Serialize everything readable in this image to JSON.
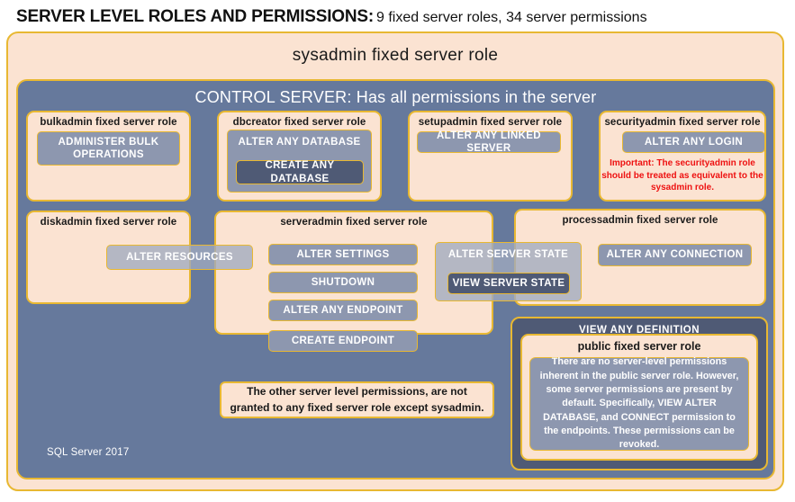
{
  "title": {
    "heading": "SERVER LEVEL ROLES AND PERMISSIONS:",
    "subheading": "9 fixed server roles, 34 server permissions"
  },
  "colors": {
    "peach": "#fbe3d2",
    "gold_border": "#e8b832",
    "slate_panel": "#66799c",
    "slate_dark": "#4f5a75",
    "chip": "#8d97af",
    "red_note": "#ee1111",
    "text": "#1a1a1a"
  },
  "sysadmin": {
    "label": "sysadmin  fixed  server  role"
  },
  "control_server": {
    "label": "CONTROL SERVER: Has all permissions in the server"
  },
  "roles": {
    "bulkadmin": {
      "title": "bulkadmin  fixed server role",
      "permissions": [
        "ADMINISTER  BULK OPERATIONS"
      ]
    },
    "dbcreator": {
      "title": "dbcreator fixed  server role",
      "permissions": [
        "ALTER ANY DATABASE",
        "CREATE  ANY DATABASE"
      ]
    },
    "setupadmin": {
      "title": "setupadmin fixed server role",
      "permissions": [
        "ALTER ANY LINKED SERVER"
      ]
    },
    "securityadmin": {
      "title": "securityadmin  fixed server role",
      "permissions": [
        "ALTER ANY LOGIN"
      ],
      "note": "Important:  The securityadmin role should  be treated as equivalent to the  sysadmin role."
    },
    "diskadmin": {
      "title": "diskadmin  fixed server role",
      "permissions": [
        "ALTER RESOURCES"
      ]
    },
    "serveradmin": {
      "title": "serveradmin fixed server role",
      "permissions": [
        "ALTER SETTINGS",
        "SHUTDOWN",
        "ALTER ANY ENDPOINT",
        "CREATE  ENDPOINT"
      ]
    },
    "shared": {
      "alter_server_state": "ALTER SERVER  STATE",
      "view_server_state": "VIEW SERVER  STATE"
    },
    "processadmin": {
      "title": "processadmin fixed server role",
      "permissions": [
        "ALTER ANY CONNECTION"
      ]
    },
    "public": {
      "view_any_definition": "VIEW ANY DEFINITION",
      "title": "public  fixed server role",
      "description": "There are no server-level permissions inherent in the public server role. However, some server permissions are present by default. Specifically, VIEW ALTER DATABASE, and CONNECT permission to the endpoints. These permissions can be revoked."
    }
  },
  "notes": {
    "other_permissions": "The other server level permissions,  are not granted to any fixed server role except sysadmin."
  },
  "footer": {
    "product": "SQL Server 2017"
  }
}
